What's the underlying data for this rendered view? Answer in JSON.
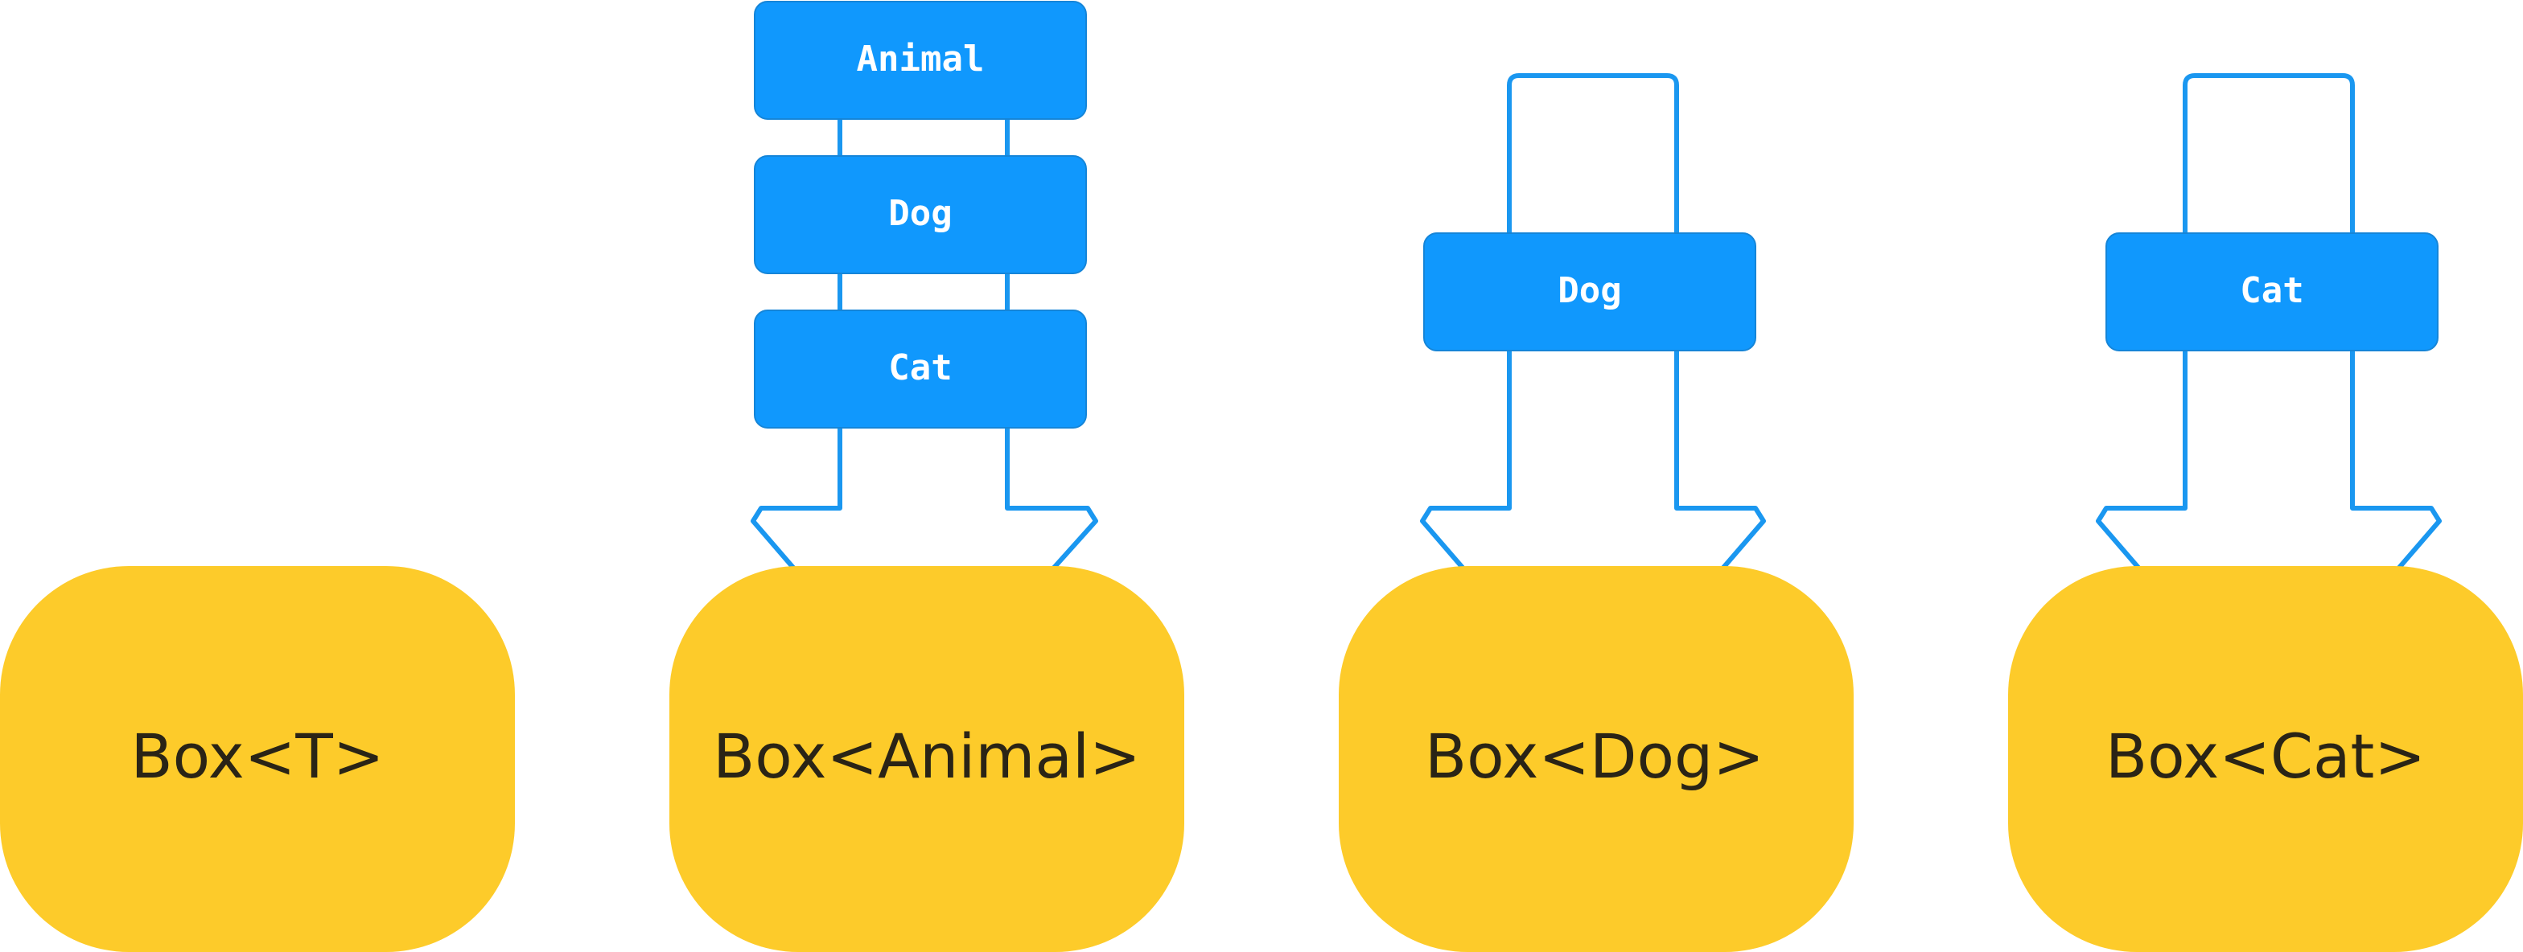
{
  "colors": {
    "box_fill": "#FDCB2A",
    "type_fill": "#1098FD",
    "outline": "#1A97F0",
    "box_text": "#2A2416",
    "type_text": "#FFFFFF"
  },
  "boxes": [
    {
      "label": "Box<T>"
    },
    {
      "label": "Box<Animal>"
    },
    {
      "label": "Box<Dog>"
    },
    {
      "label": "Box<Cat>"
    }
  ],
  "type_tags": {
    "animal_group": [
      "Animal",
      "Dog",
      "Cat"
    ],
    "dog": "Dog",
    "cat": "Cat"
  }
}
